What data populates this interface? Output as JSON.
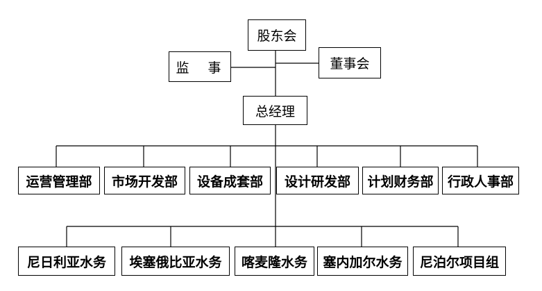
{
  "top": {
    "shareholders": "股东会",
    "supervisor": "监　事",
    "board": "董事会",
    "gm": "总经理"
  },
  "departments": [
    "运营管理部",
    "市场开发部",
    "设备成套部",
    "设计研发部",
    "计划财务部",
    "行政人事部"
  ],
  "projects": [
    "尼日利亚水务",
    "埃塞俄比亚水务",
    "喀麦隆水务",
    "塞内加尔水务",
    "尼泊尔项目组"
  ],
  "colors": {
    "line": "#000000",
    "box_border": "#000000",
    "background": "#ffffff"
  }
}
